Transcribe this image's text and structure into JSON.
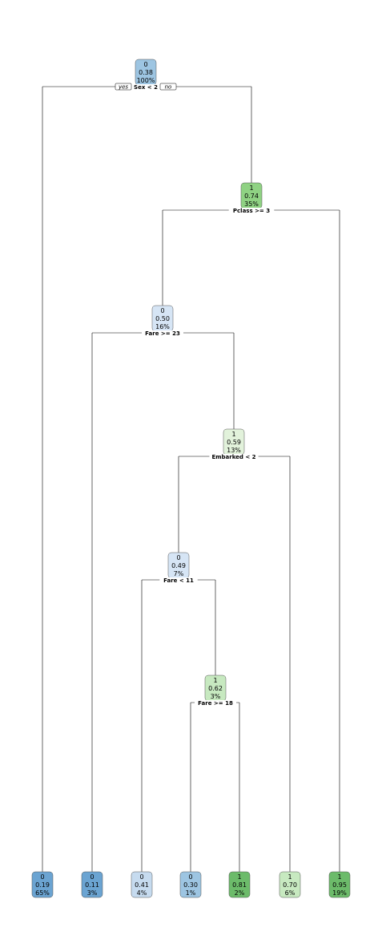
{
  "colors": {
    "blue_dark": "#6ba4d2",
    "blue_mid": "#9dc5e2",
    "blue_light": "#c6dbef",
    "blue_pale": "#d6e5f5",
    "green_pale": "#e2f2db",
    "green_light": "#c7e9c0",
    "green_mid": "#8fd283",
    "green_dark": "#6cbb6a",
    "edge": "#000000"
  },
  "branch_labels": {
    "yes": "yes",
    "no": "no"
  },
  "nodes": [
    {
      "id": "n1",
      "class": "0",
      "prob": "0.38",
      "pct": "100%",
      "split": "Sex < 2",
      "fill": "blue_mid"
    },
    {
      "id": "n3",
      "class": "1",
      "prob": "0.74",
      "pct": "35%",
      "split": "Pclass >= 3",
      "fill": "green_mid"
    },
    {
      "id": "n6",
      "class": "0",
      "prob": "0.50",
      "pct": "16%",
      "split": "Fare >= 23",
      "fill": "blue_pale"
    },
    {
      "id": "n13",
      "class": "1",
      "prob": "0.59",
      "pct": "13%",
      "split": "Embarked < 2",
      "fill": "green_pale"
    },
    {
      "id": "n26",
      "class": "0",
      "prob": "0.49",
      "pct": "7%",
      "split": "Fare < 11",
      "fill": "blue_pale"
    },
    {
      "id": "n53",
      "class": "1",
      "prob": "0.62",
      "pct": "3%",
      "split": "Fare >= 18",
      "fill": "green_light"
    },
    {
      "id": "l2",
      "class": "0",
      "prob": "0.19",
      "pct": "65%",
      "split": "",
      "fill": "blue_dark"
    },
    {
      "id": "l12",
      "class": "0",
      "prob": "0.11",
      "pct": "3%",
      "split": "",
      "fill": "blue_dark"
    },
    {
      "id": "l52",
      "class": "0",
      "prob": "0.41",
      "pct": "4%",
      "split": "",
      "fill": "blue_light"
    },
    {
      "id": "l106",
      "class": "0",
      "prob": "0.30",
      "pct": "1%",
      "split": "",
      "fill": "blue_mid"
    },
    {
      "id": "l107",
      "class": "1",
      "prob": "0.81",
      "pct": "2%",
      "split": "",
      "fill": "green_dark"
    },
    {
      "id": "l27",
      "class": "1",
      "prob": "0.70",
      "pct": "6%",
      "split": "",
      "fill": "green_light"
    },
    {
      "id": "l7",
      "class": "1",
      "prob": "0.95",
      "pct": "19%",
      "split": "",
      "fill": "green_dark"
    }
  ],
  "edges": [
    [
      "n1",
      "l2"
    ],
    [
      "n1",
      "n3"
    ],
    [
      "n3",
      "n6"
    ],
    [
      "n3",
      "l7"
    ],
    [
      "n6",
      "l12"
    ],
    [
      "n6",
      "n13"
    ],
    [
      "n13",
      "n26"
    ],
    [
      "n13",
      "l27"
    ],
    [
      "n26",
      "l52"
    ],
    [
      "n26",
      "n53"
    ],
    [
      "n53",
      "l106"
    ],
    [
      "n53",
      "l107"
    ]
  ]
}
